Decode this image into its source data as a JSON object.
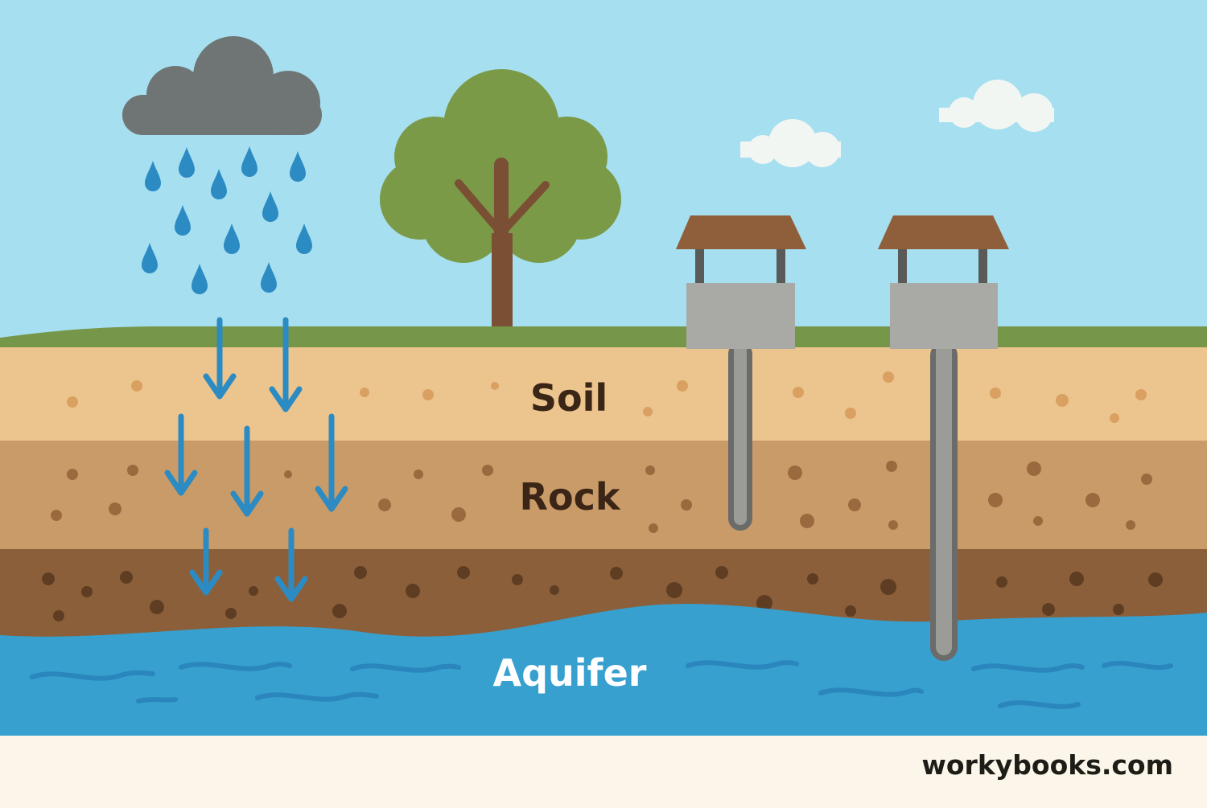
{
  "labels": {
    "soil": "Soil",
    "rock": "Rock",
    "aquifer": "Aquifer"
  },
  "footer": {
    "site": "workybooks.com"
  },
  "colors": {
    "sky": "#a6dff0",
    "cloud": "#6f7574",
    "rain": "#2c8bc2",
    "tree_canopy": "#7b9a48",
    "tree_trunk": "#7a4f33",
    "grass": "#76974a",
    "soil": "#ecc48e",
    "rock": "#c99b68",
    "dark_soil": "#8c5f3b",
    "aquifer": "#37a0cf",
    "well_roof": "#8f5e3b",
    "well_stone": "#a9a9a6",
    "pipe": "#8a8a86"
  }
}
